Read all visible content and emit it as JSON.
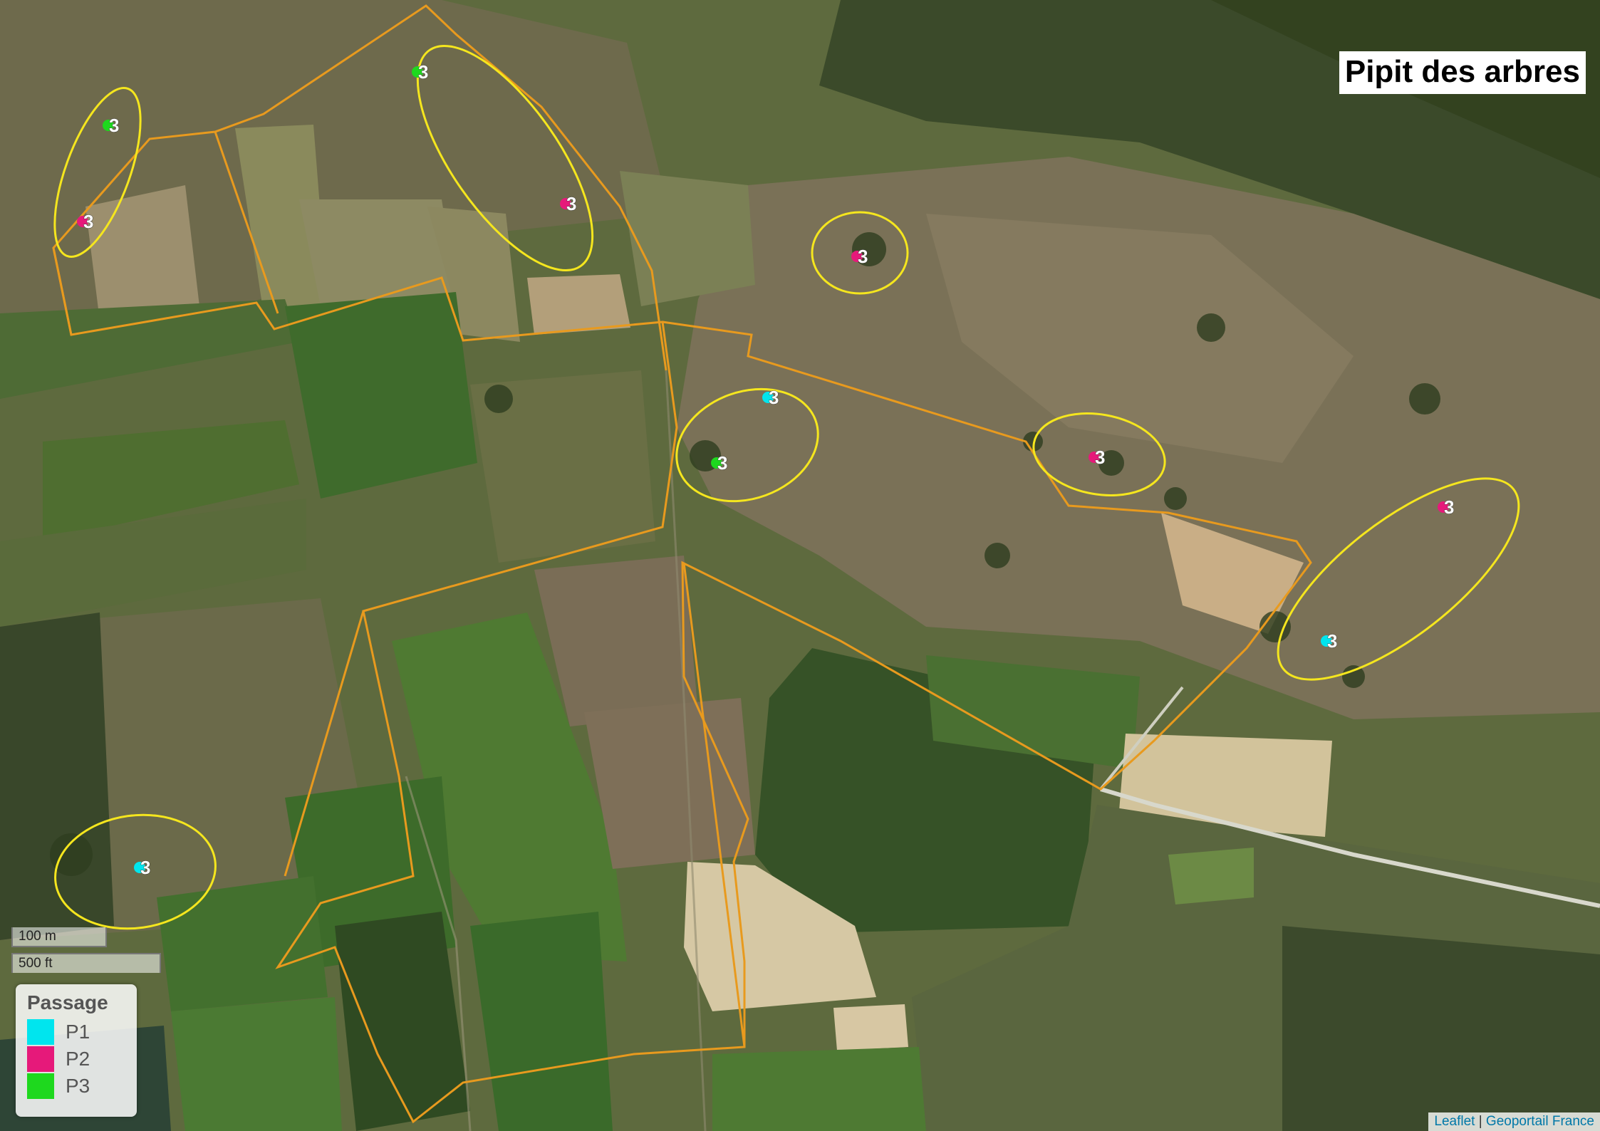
{
  "title": "Pipit des arbres",
  "scale": {
    "metric": "100 m",
    "imperial": "500 ft"
  },
  "legend": {
    "title": "Passage",
    "items": [
      {
        "label": "P1",
        "color": "#00e5ee"
      },
      {
        "label": "P2",
        "color": "#e6197a"
      },
      {
        "label": "P3",
        "color": "#1ed81e"
      }
    ]
  },
  "attribution": {
    "leaflet": "Leaflet",
    "separator": " | ",
    "provider": "Geoportail France"
  },
  "colors": {
    "territory_outline": "#f5e61e",
    "study_area_outline": "#e89a1e"
  },
  "observations": [
    {
      "passage": "P3",
      "label": "3"
    },
    {
      "passage": "P2",
      "label": "3"
    },
    {
      "passage": "P3",
      "label": "3"
    },
    {
      "passage": "P2",
      "label": "3"
    },
    {
      "passage": "P2",
      "label": "3"
    },
    {
      "passage": "P1",
      "label": "3"
    },
    {
      "passage": "P3",
      "label": "3"
    },
    {
      "passage": "P2",
      "label": "3"
    },
    {
      "passage": "P2",
      "label": "3"
    },
    {
      "passage": "P1",
      "label": "3"
    },
    {
      "passage": "P1",
      "label": "3"
    }
  ]
}
